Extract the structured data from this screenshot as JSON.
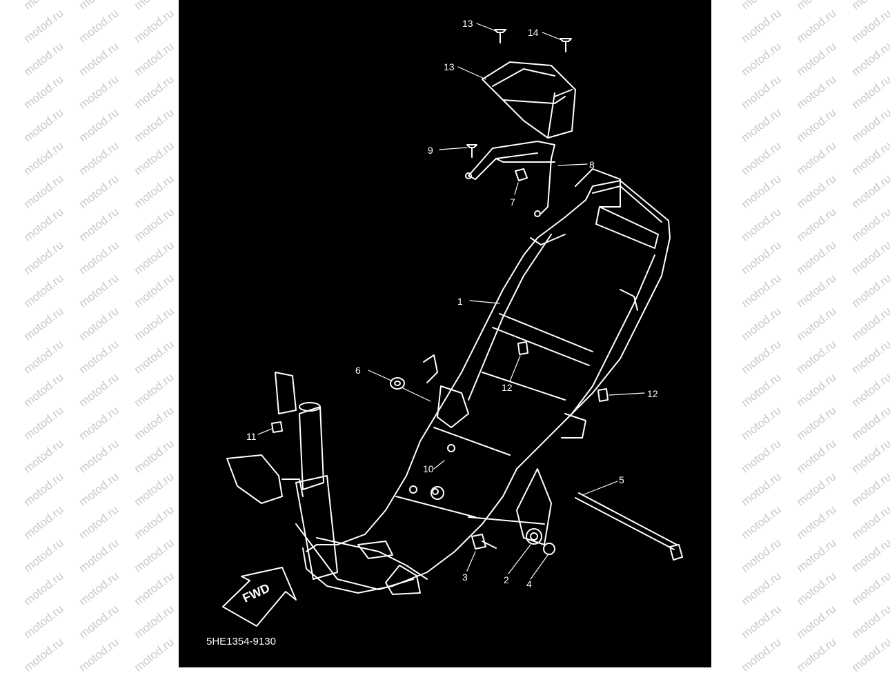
{
  "watermark": {
    "text": "motod.ru"
  },
  "diagram": {
    "code": "5HE1354-9130",
    "direction_label": "FWD",
    "callouts": [
      {
        "id": "c1",
        "label": "1"
      },
      {
        "id": "c2",
        "label": "2"
      },
      {
        "id": "c3",
        "label": "3"
      },
      {
        "id": "c4",
        "label": "4"
      },
      {
        "id": "c5",
        "label": "5"
      },
      {
        "id": "c6",
        "label": "6"
      },
      {
        "id": "c7",
        "label": "7"
      },
      {
        "id": "c8",
        "label": "8"
      },
      {
        "id": "c9",
        "label": "9"
      },
      {
        "id": "c10",
        "label": "10"
      },
      {
        "id": "c11",
        "label": "11"
      },
      {
        "id": "c12a",
        "label": "12"
      },
      {
        "id": "c12b",
        "label": "12"
      },
      {
        "id": "c13a",
        "label": "13"
      },
      {
        "id": "c13b",
        "label": "13"
      },
      {
        "id": "c14",
        "label": "14"
      }
    ]
  },
  "colors": {
    "background": "#000000",
    "line": "#ffffff",
    "page": "#ffffff",
    "watermark": "#c9c9c9"
  }
}
